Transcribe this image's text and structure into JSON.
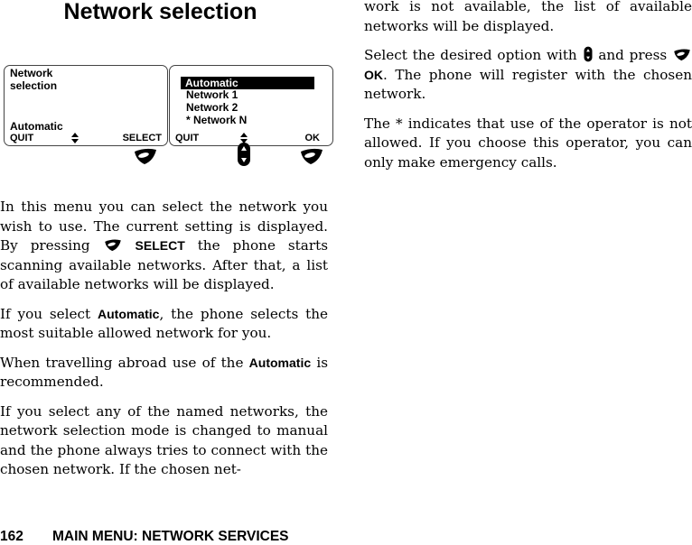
{
  "heading": "Network selection",
  "screen_left": {
    "title_line1": "Network",
    "title_line2": "selection",
    "current": "Automatic",
    "left_softkey": "QUIT",
    "right_softkey": "SELECT"
  },
  "screen_right": {
    "options": [
      "Automatic",
      "Network 1",
      "Network 2",
      "* Network N"
    ],
    "selected_option": "Automatic",
    "left_softkey": "QUIT",
    "right_softkey": "OK"
  },
  "icons": {
    "softkey": "softkey-press-icon",
    "scroll": "scroll-key-icon",
    "updown": "up-down-arrows-icon"
  },
  "left_column": {
    "p1_a": "In this menu you can select the network you wish to use. The current setting is displayed. By pressing",
    "p1_key": "SELECT",
    "p1_b": "the phone starts scanning available networks. After that, a list of available networks will be displayed.",
    "p2_a": "If you select",
    "p2_key": "Automatic",
    "p2_b": ", the phone selects the most suitable allowed network for you.",
    "p3_a": "When travelling abroad use of the",
    "p3_key": "Automatic",
    "p3_b": "is recommended.",
    "p4": "If you select any of the named networks, the network selection mode is changed to manual and the phone always tries to connect with the chosen network. If the chosen net-"
  },
  "right_column": {
    "p1": "work is not available, the list of available networks will be displayed.",
    "p2_a": "Select the desired option with",
    "p2_b": "and press",
    "p2_key": "OK",
    "p2_c": ". The phone will register with the chosen network.",
    "p3": "The * indicates that use of the operator is not allowed. If you choose this operator, you can only make emergency calls."
  },
  "footer": {
    "page_number": "162",
    "section": "MAIN MENU: NETWORK SERVICES"
  }
}
